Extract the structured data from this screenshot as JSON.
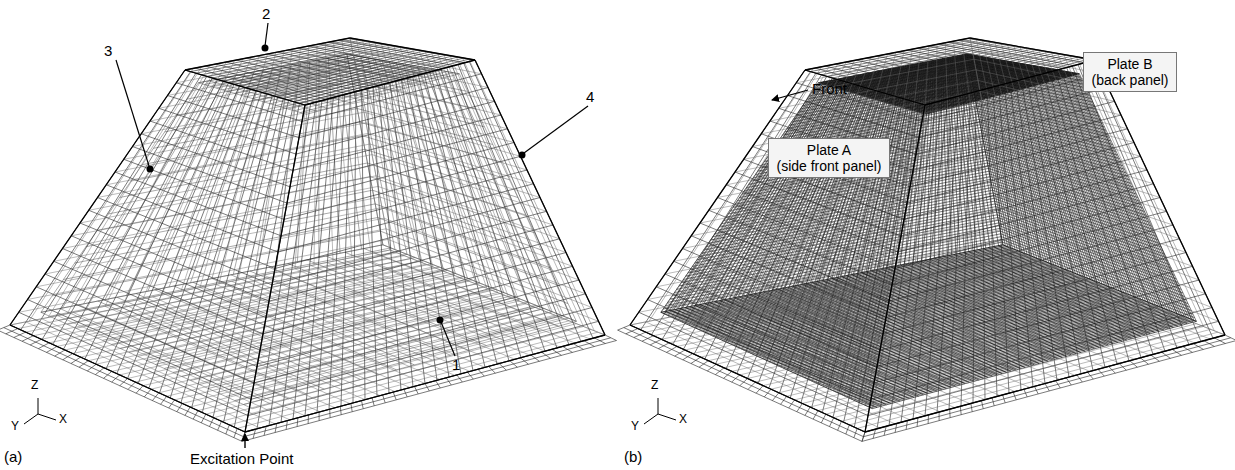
{
  "diagram": {
    "nodes": [
      {
        "text": [
          "Plate A",
          "(side front panel)"
        ]
      },
      {
        "text": [
          "Plate B",
          "(back panel)"
        ]
      }
    ],
    "labels": [
      "1",
      "2",
      "3",
      "4",
      "Excitation Point",
      "(a)",
      "Z",
      "Y",
      "X",
      "Front",
      "(b)",
      "Z",
      "Y",
      "X"
    ]
  }
}
